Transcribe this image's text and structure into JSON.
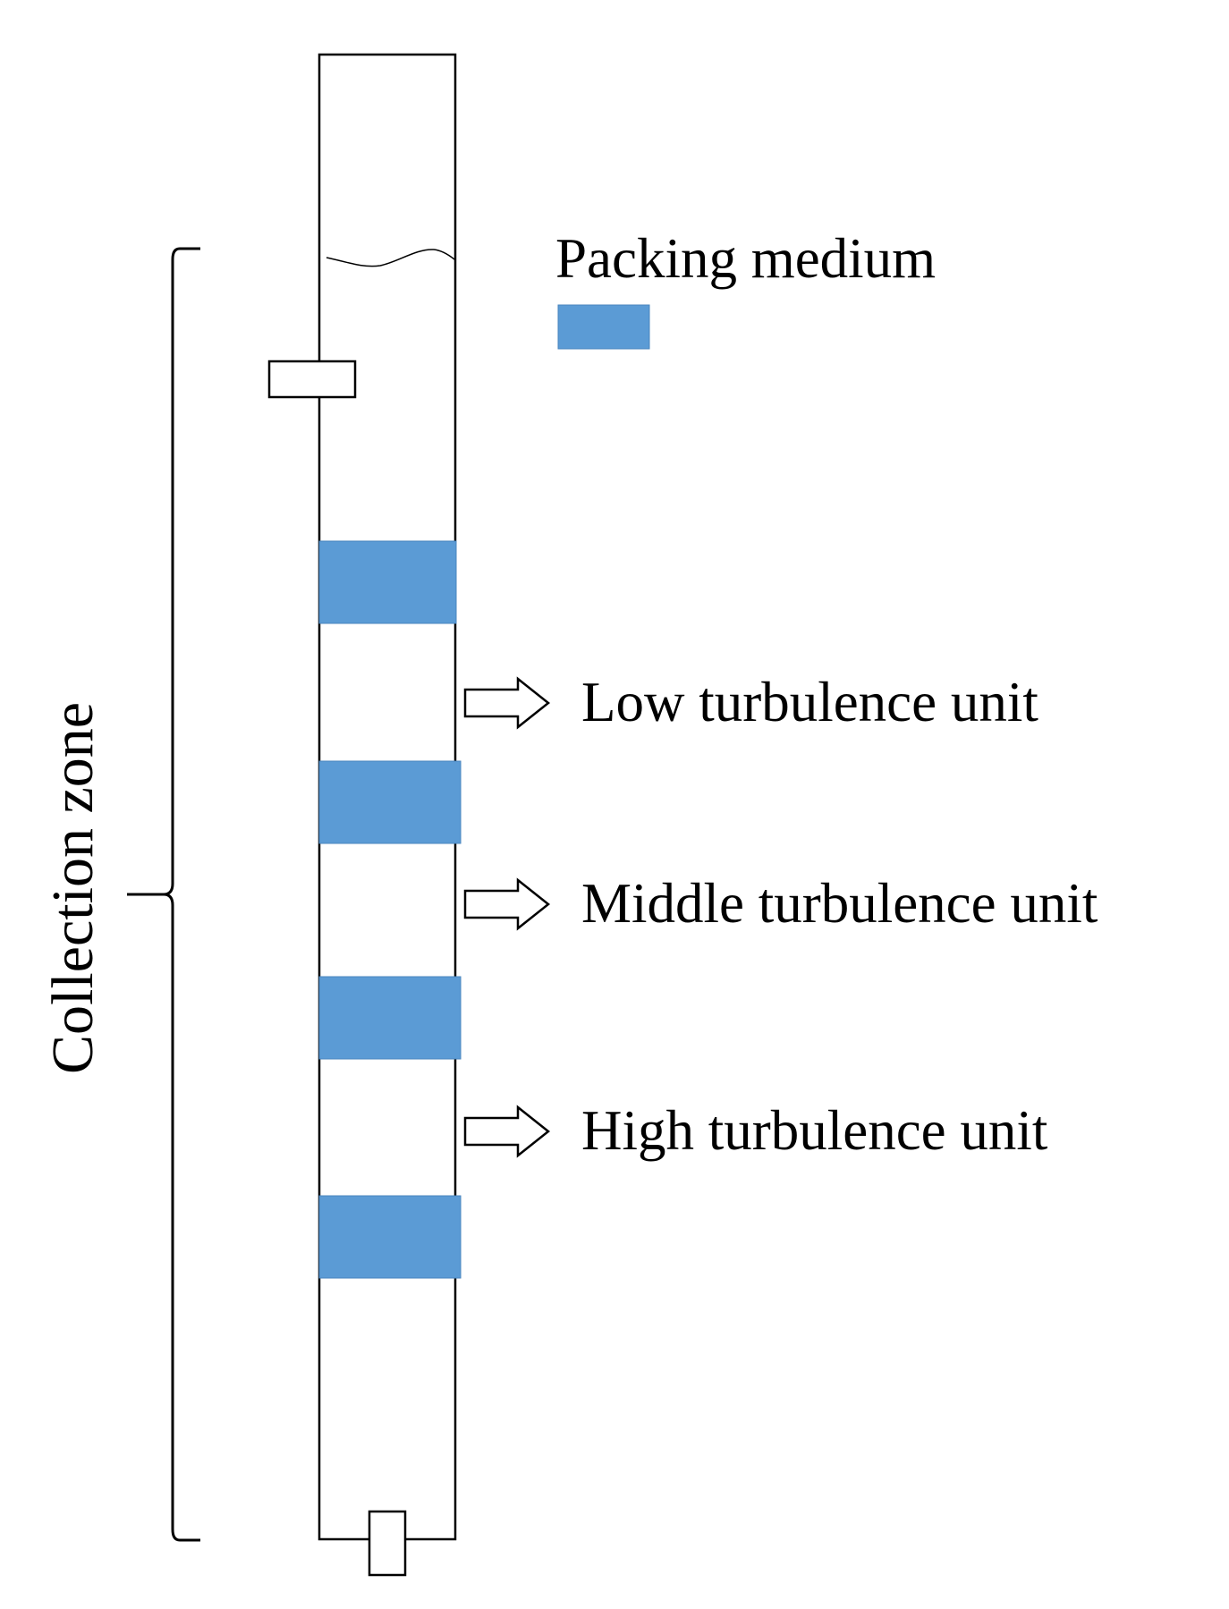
{
  "legend": {
    "label": "Packing medium",
    "swatch_color": "#5b9bd5"
  },
  "zone": {
    "label": "Collection zone"
  },
  "units": [
    {
      "label": "Low turbulence unit",
      "icon": "hollow-right-arrow"
    },
    {
      "label": "Middle turbulence unit",
      "icon": "hollow-right-arrow"
    },
    {
      "label": "High turbulence unit",
      "icon": "hollow-right-arrow"
    }
  ],
  "colors": {
    "packing": "#5b9bd5",
    "outline": "#000000",
    "background": "#ffffff"
  }
}
